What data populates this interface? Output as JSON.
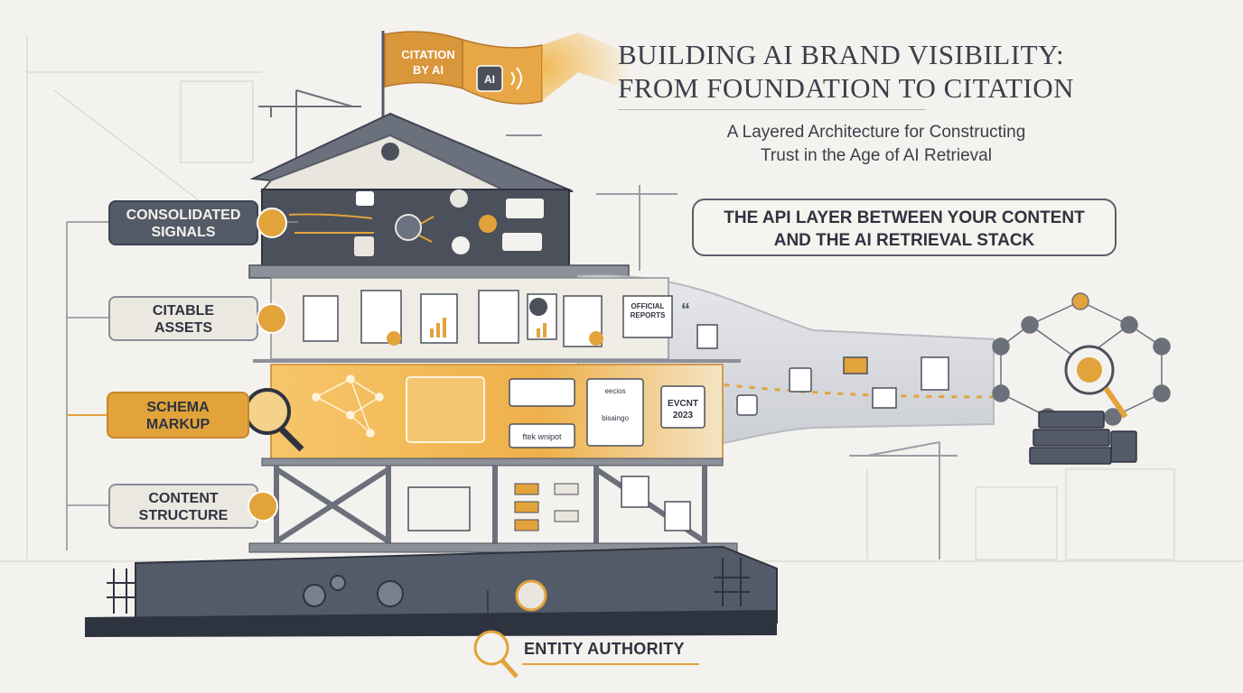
{
  "header": {
    "title_line1": "BUILDING AI BRAND VISIBILITY:",
    "title_line2": "FROM FOUNDATION TO CITATION",
    "subtitle_line1": "A Layered Architecture for Constructing",
    "subtitle_line2": "Trust in the Age of AI Retrieval"
  },
  "flag": {
    "line1": "CITATION",
    "line2": "BY AI",
    "badge": "AI"
  },
  "callout": {
    "line1": "THE API LAYER BETWEEN YOUR CONTENT",
    "line2": "AND THE AI RETRIEVAL STACK"
  },
  "layers": [
    {
      "id": "consolidated-signals",
      "line1": "CONSOLIDATED",
      "line2": "SIGNALS",
      "style": "dark"
    },
    {
      "id": "citable-assets",
      "line1": "CITABLE",
      "line2": "ASSETS",
      "style": "light"
    },
    {
      "id": "schema-markup",
      "line1": "SCHEMA",
      "line2": "MARKUP",
      "style": "orange"
    },
    {
      "id": "content-structure",
      "line1": "CONTENT",
      "line2": "STRUCTURE",
      "style": "light"
    }
  ],
  "foundation": {
    "label": "ENTITY AUTHORITY"
  },
  "doc_labels": {
    "official_reports_1": "OFFICIAL",
    "official_reports_2": "REPORTS",
    "schema_card_1": "eecios",
    "schema_card_2": "bisaingo",
    "schema_card_3": "ftek wnipot",
    "event_1": "EVCNT",
    "event_2": "2023"
  },
  "colors": {
    "accent": "#e2a33b",
    "dark": "#545b68",
    "background": "#f4f2ee",
    "ink": "#2e3340"
  },
  "icons": [
    "magnifier-icon",
    "chat-bubble-icon",
    "thumbs-up-icon",
    "heart-icon",
    "link-icon",
    "share-node-icon",
    "star-rating-icon",
    "document-icon",
    "award-ribbon-icon",
    "bar-chart-icon",
    "pie-chart-icon",
    "quote-icon",
    "code-window-icon",
    "neural-network-icon",
    "calendar-icon",
    "envelope-icon",
    "server-icon",
    "brain-icon",
    "gear-icon",
    "compass-icon",
    "open-book-icon",
    "crane-icon"
  ]
}
